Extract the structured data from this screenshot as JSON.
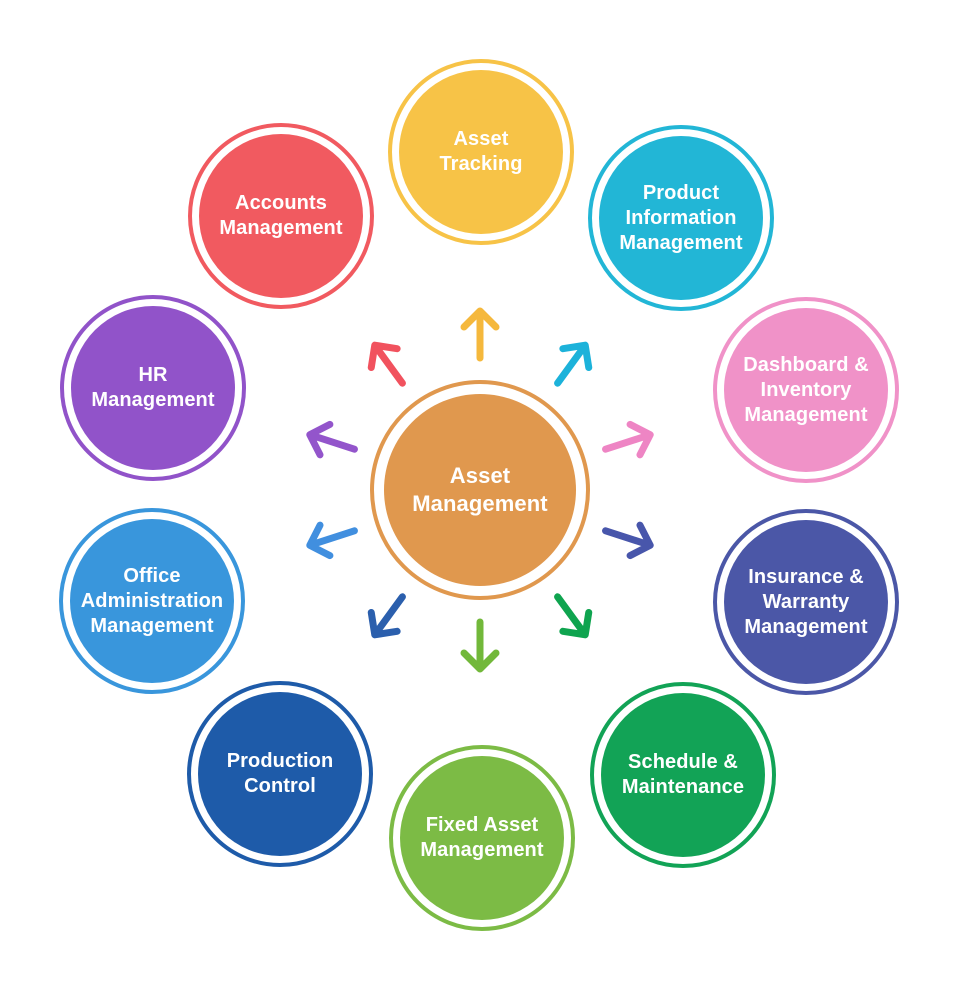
{
  "diagram": {
    "background": "#ffffff",
    "text_color": "#ffffff",
    "center": {
      "label": "Asset\nManagement",
      "color": "#e0984e"
    },
    "nodes": [
      {
        "id": "asset-tracking",
        "label": "Asset\nTracking",
        "color": "#f7c347",
        "arrow_color": "#f5b83c"
      },
      {
        "id": "product-information-management",
        "label": "Product\nInformation\nManagement",
        "color": "#22b6d6",
        "arrow_color": "#1cb2da"
      },
      {
        "id": "dashboard-inventory-management",
        "label": "Dashboard &\nInventory\nManagement",
        "color": "#f092c8",
        "arrow_color": "#ee85c4"
      },
      {
        "id": "insurance-warranty-management",
        "label": "Insurance &\nWarranty\nManagement",
        "color": "#4b57a7",
        "arrow_color": "#4856ab"
      },
      {
        "id": "schedule-maintenance",
        "label": "Schedule &\nMaintenance",
        "color": "#12a356",
        "arrow_color": "#0fa44f"
      },
      {
        "id": "fixed-asset-management",
        "label": "Fixed Asset\nManagement",
        "color": "#7cbb45",
        "arrow_color": "#72b83a"
      },
      {
        "id": "production-control",
        "label": "Production\nControl",
        "color": "#1e5ba9",
        "arrow_color": "#2b5fad"
      },
      {
        "id": "office-administration-management",
        "label": "Office\nAdministration\nManagement",
        "color": "#3996dc",
        "arrow_color": "#418fdf"
      },
      {
        "id": "hr-management",
        "label": "HR\nManagement",
        "color": "#9153c9",
        "arrow_color": "#9355cb"
      },
      {
        "id": "accounts-management",
        "label": "Accounts\nManagement",
        "color": "#f15a60",
        "arrow_color": "#f1525e"
      }
    ]
  }
}
